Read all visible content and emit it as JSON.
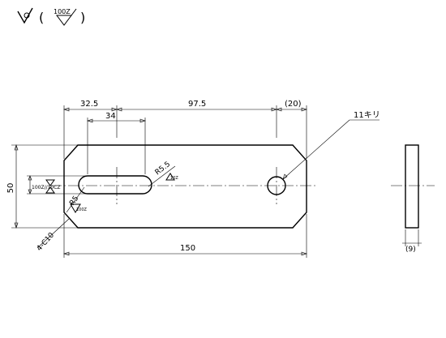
{
  "finish_mark": {
    "general_roughness": "100Z",
    "open_paren": "(",
    "close_paren": ")"
  },
  "dimensions": {
    "slot_offset": "32.5",
    "hole_offset": "97.5",
    "tail_ref": "(20)",
    "slot_length": "34",
    "height": "50",
    "total_length": "150",
    "slot_radius": "R5.5",
    "corner_radius": "R5",
    "chamfer": "4-C10",
    "thickness": "(9)"
  },
  "callouts": {
    "hole_note": "11キリ",
    "slot_roughness_note": "100Z//10CZ",
    "slot_radius_roughness": "10Z",
    "corner_roughness": "100Z"
  }
}
